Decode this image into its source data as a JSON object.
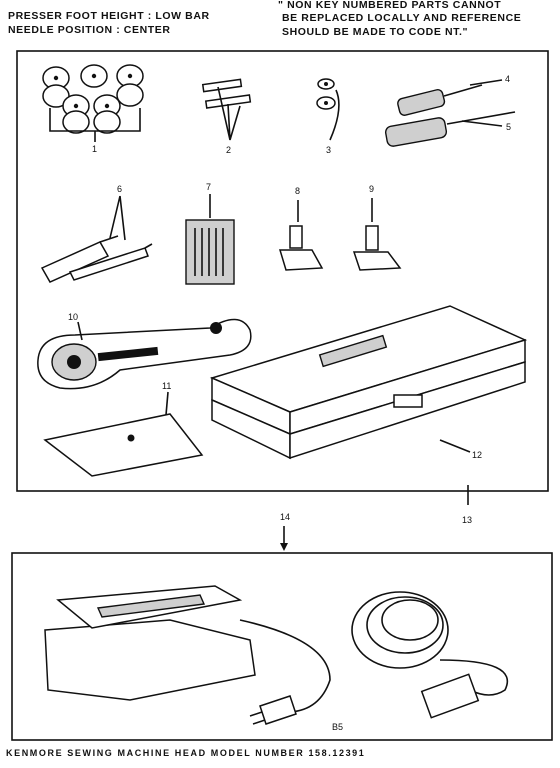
{
  "header": {
    "left_line1": "PRESSER FOOT HEIGHT : LOW BAR",
    "left_line2": "NEEDLE POSITION : CENTER",
    "right_line1": "\" NON KEY NUMBERED PARTS CANNOT",
    "right_line2": "BE REPLACED LOCALLY AND REFERENCE",
    "right_line3": "SHOULD BE MADE TO CODE NT.\""
  },
  "callouts": [
    "1",
    "2",
    "3",
    "4",
    "5",
    "6",
    "7",
    "8",
    "9",
    "10",
    "11",
    "12",
    "13",
    "14"
  ],
  "foot_control_mark": "B5",
  "footer": "KENMORE SEWING MACHINE HEAD MODEL NUMBER 158.12391",
  "icons": [
    "bobbins",
    "needle-pins",
    "spool-caps",
    "screwdrivers",
    "seam-ripper-brushes",
    "needle-pack",
    "presser-foot",
    "zipper-foot",
    "buttonholer",
    "throat-plate",
    "accessory-box",
    "foot-control"
  ]
}
